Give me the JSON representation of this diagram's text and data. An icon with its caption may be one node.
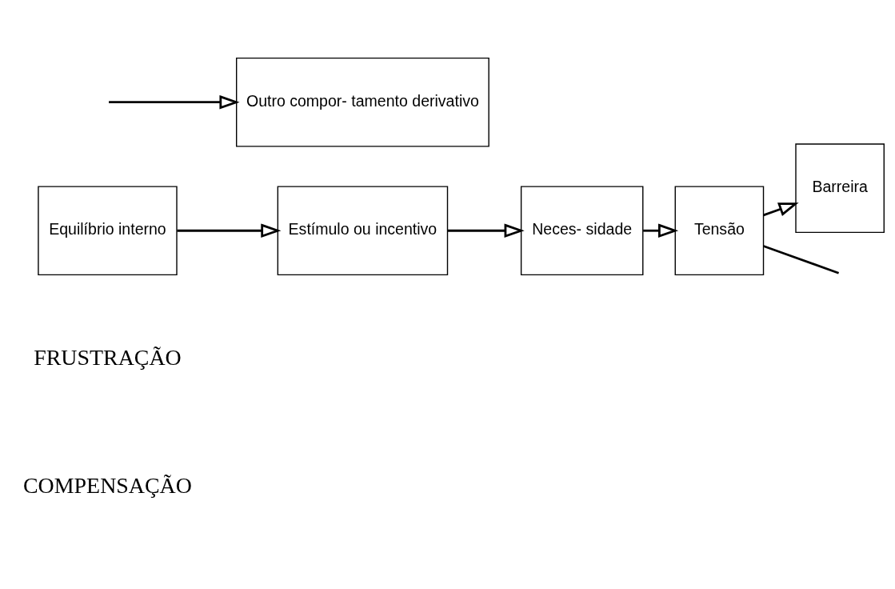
{
  "diagram": {
    "nodes": [
      {
        "text": [
          "Equilíbrio interno"
        ]
      },
      {
        "text": [
          "Estímulo ou incentivo"
        ]
      },
      {
        "text": [
          "Neces- sidade"
        ]
      },
      {
        "text": [
          "Tensão"
        ]
      },
      {
        "text": [
          "Barreira"
        ]
      },
      {
        "text": [
          "Outro compor- tamento derivativo"
        ]
      }
    ],
    "edges": [
      {
        "from": 0,
        "to": 1,
        "arrow": "to"
      },
      {
        "from": 1,
        "to": 2,
        "arrow": "to"
      },
      {
        "from": 2,
        "to": 3,
        "arrow": "to"
      },
      {
        "from": 3,
        "to": 4,
        "arrow": "to"
      },
      {
        "from": 3,
        "to": null,
        "arrow": "none"
      },
      {
        "from": null,
        "to": 5,
        "arrow": "to"
      }
    ],
    "labels": [
      "FRUSTRAÇÃO",
      "COMPENSAÇÃO"
    ]
  }
}
